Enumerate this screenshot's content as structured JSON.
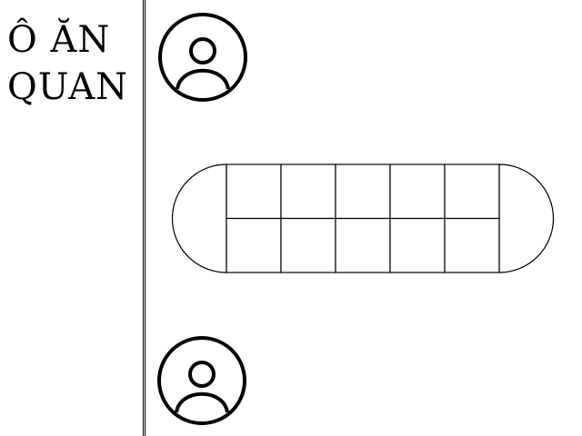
{
  "title": {
    "line1": "Ô ĂN",
    "line2": "QUAN"
  },
  "players": [
    {
      "position": "top",
      "icon": "user-avatar-icon"
    },
    {
      "position": "bottom",
      "icon": "user-avatar-icon"
    }
  ],
  "board": {
    "rows": 2,
    "columns": 5,
    "quan_pits": [
      "left",
      "right"
    ],
    "line_color": "#000000",
    "background": "#ffffff"
  }
}
